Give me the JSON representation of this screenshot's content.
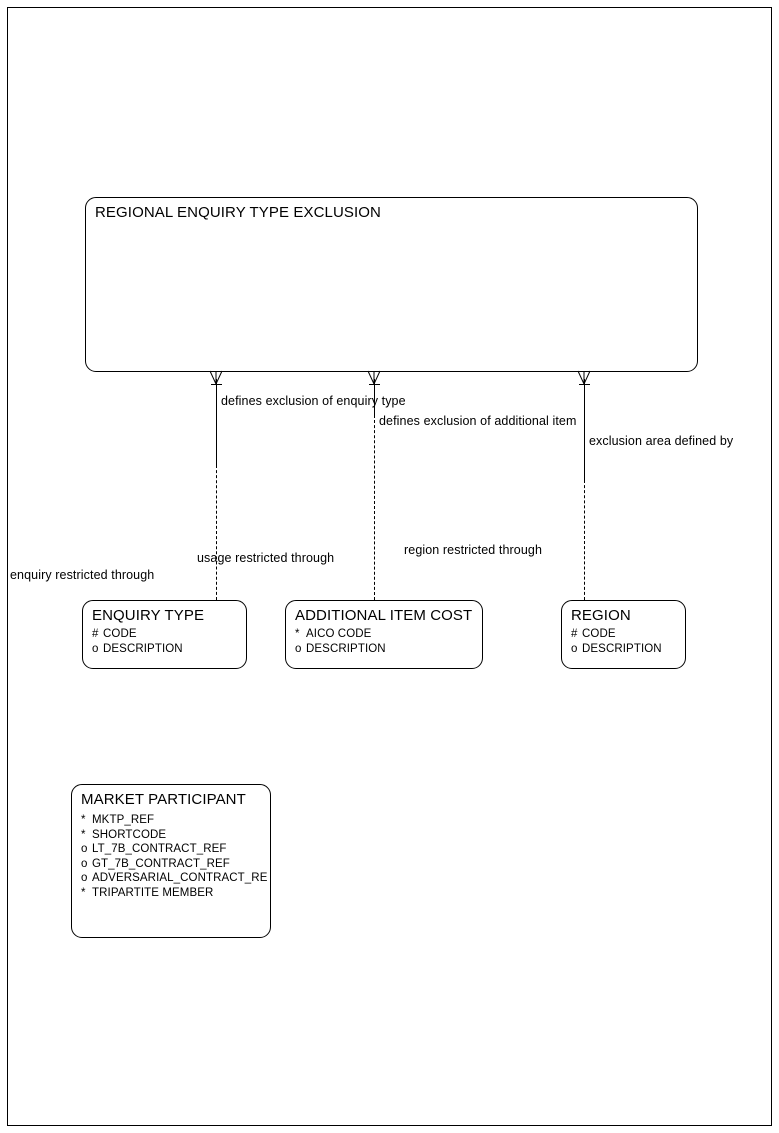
{
  "diagram": {
    "type": "entity-relationship-diagram",
    "notation": "barker",
    "page_border": true,
    "background_color": "#ffffff",
    "line_color": "#000000"
  },
  "entities": [
    {
      "id": "regional-enquiry-type-exclusion",
      "name": "REGIONAL ENQUIRY TYPE EXCLUSION",
      "attributes": []
    },
    {
      "id": "enquiry-type",
      "name": "ENQUIRY TYPE",
      "attributes": [
        {
          "mark": "#",
          "name": "CODE"
        },
        {
          "mark": "o",
          "name": "DESCRIPTION"
        }
      ]
    },
    {
      "id": "additional-item-cost",
      "name": "ADDITIONAL ITEM COST",
      "attributes": [
        {
          "mark": "*",
          "name": "AICO CODE"
        },
        {
          "mark": "o",
          "name": "DESCRIPTION"
        }
      ]
    },
    {
      "id": "region",
      "name": "REGION",
      "attributes": [
        {
          "mark": "#",
          "name": "CODE"
        },
        {
          "mark": "o",
          "name": "DESCRIPTION"
        }
      ]
    },
    {
      "id": "market-participant",
      "name": "MARKET PARTICIPANT",
      "attributes": [
        {
          "mark": "*",
          "name": "MKTP_REF"
        },
        {
          "mark": "*",
          "name": "SHORTCODE"
        },
        {
          "mark": "o",
          "name": "LT_7B_CONTRACT_REF"
        },
        {
          "mark": "o",
          "name": "GT_7B_CONTRACT_REF"
        },
        {
          "mark": "o",
          "name": "ADVERSARIAL_CONTRACT_RE"
        },
        {
          "mark": "*",
          "name": "TRIPARTITE MEMBER"
        }
      ]
    }
  ],
  "relationships": [
    {
      "id": "enquiry-type-exclusion",
      "from": "regional-enquiry-type-exclusion",
      "to": "enquiry-type",
      "label_top": "defines exclusion of enquiry type",
      "label_bottom": "enquiry restricted through"
    },
    {
      "id": "additional-item-exclusion",
      "from": "regional-enquiry-type-exclusion",
      "to": "additional-item-cost",
      "label_top": "defines exclusion of additional item",
      "label_bottom": "usage restricted through"
    },
    {
      "id": "exclusion-area",
      "from": "regional-enquiry-type-exclusion",
      "to": "region",
      "label_top": "exclusion area defined by",
      "label_bottom": "region restricted through"
    }
  ]
}
